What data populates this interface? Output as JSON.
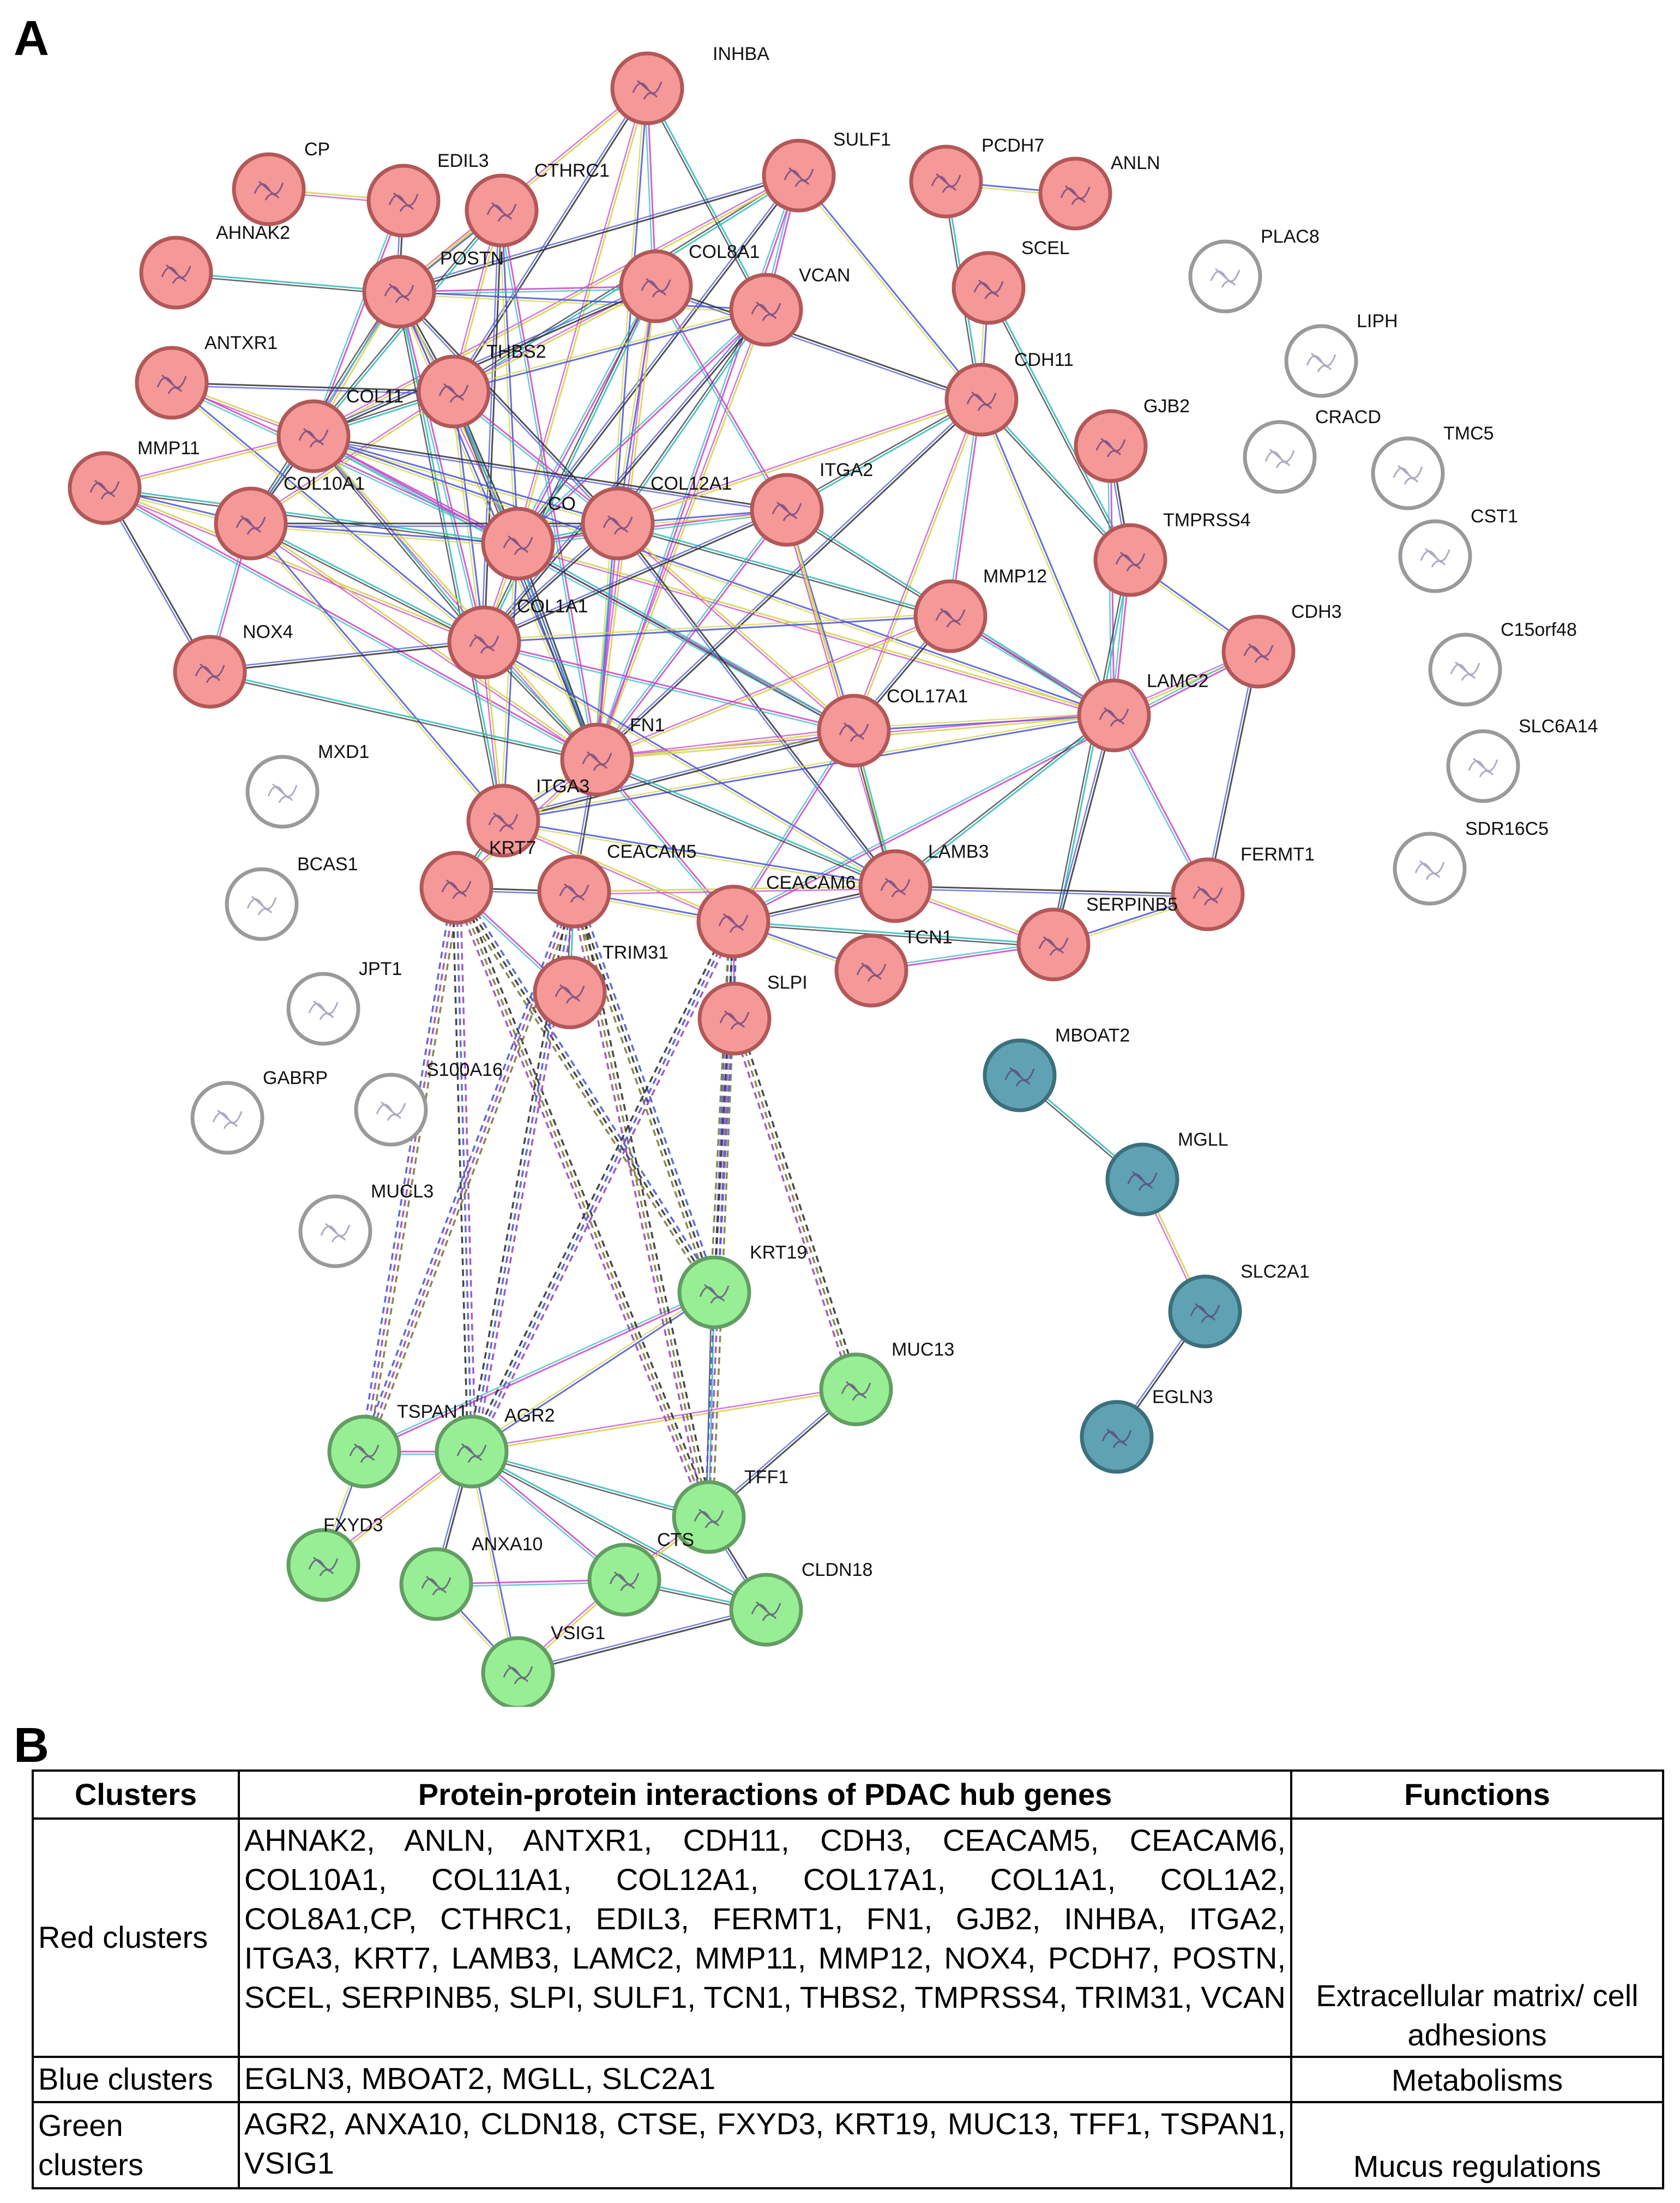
{
  "panel_labels": {
    "a": "A",
    "b": "B"
  },
  "colors": {
    "red_cluster": "#f59898",
    "red_border": "#b25858",
    "blue_cluster": "#5fa2b3",
    "blue_border": "#3c6f7c",
    "green_cluster": "#98ee94",
    "green_border": "#629e63",
    "unclustered": "#ffffff",
    "unclustered_border": "#9a9a9a"
  },
  "network": {
    "nodes": [
      {
        "id": "INHBA",
        "cluster": "red"
      },
      {
        "id": "SULF1",
        "cluster": "red"
      },
      {
        "id": "PCDH7",
        "cluster": "red"
      },
      {
        "id": "ANLN",
        "cluster": "red"
      },
      {
        "id": "CP",
        "cluster": "red"
      },
      {
        "id": "EDIL3",
        "cluster": "red"
      },
      {
        "id": "CTHRC1",
        "cluster": "red"
      },
      {
        "id": "AHNAK2",
        "cluster": "red"
      },
      {
        "id": "POSTN",
        "cluster": "red"
      },
      {
        "id": "COL8A1",
        "cluster": "red"
      },
      {
        "id": "VCAN",
        "cluster": "red"
      },
      {
        "id": "SCEL",
        "cluster": "red"
      },
      {
        "id": "ANTXR1",
        "cluster": "red"
      },
      {
        "id": "THBS2",
        "cluster": "red"
      },
      {
        "id": "COL11",
        "cluster": "red"
      },
      {
        "id": "CDH11",
        "cluster": "red"
      },
      {
        "id": "GJB2",
        "cluster": "red"
      },
      {
        "id": "MMP11",
        "cluster": "red"
      },
      {
        "id": "COL10A1",
        "cluster": "red"
      },
      {
        "id": "CO",
        "cluster": "red"
      },
      {
        "id": "COL12A1",
        "cluster": "red"
      },
      {
        "id": "ITGA2",
        "cluster": "red"
      },
      {
        "id": "TMPRSS4",
        "cluster": "red"
      },
      {
        "id": "MMP12",
        "cluster": "red"
      },
      {
        "id": "COL1A1",
        "cluster": "red"
      },
      {
        "id": "NOX4",
        "cluster": "red"
      },
      {
        "id": "CDH3",
        "cluster": "red"
      },
      {
        "id": "LAMC2",
        "cluster": "red"
      },
      {
        "id": "COL17A1",
        "cluster": "red"
      },
      {
        "id": "FN1",
        "cluster": "red"
      },
      {
        "id": "ITGA3",
        "cluster": "red"
      },
      {
        "id": "KRT7",
        "cluster": "red"
      },
      {
        "id": "CEACAM5",
        "cluster": "red"
      },
      {
        "id": "LAMB3",
        "cluster": "red"
      },
      {
        "id": "CEACAM6",
        "cluster": "red"
      },
      {
        "id": "FERMT1",
        "cluster": "red"
      },
      {
        "id": "SERPINB5",
        "cluster": "red"
      },
      {
        "id": "TCN1",
        "cluster": "red"
      },
      {
        "id": "TRIM31",
        "cluster": "red"
      },
      {
        "id": "SLPI",
        "cluster": "red"
      },
      {
        "id": "PLAC8",
        "cluster": "none"
      },
      {
        "id": "LIPH",
        "cluster": "none"
      },
      {
        "id": "CRACD",
        "cluster": "none"
      },
      {
        "id": "TMC5",
        "cluster": "none"
      },
      {
        "id": "CST1",
        "cluster": "none"
      },
      {
        "id": "C15orf48",
        "cluster": "none"
      },
      {
        "id": "SLC6A14",
        "cluster": "none"
      },
      {
        "id": "SDR16C5",
        "cluster": "none"
      },
      {
        "id": "MXD1",
        "cluster": "none"
      },
      {
        "id": "BCAS1",
        "cluster": "none"
      },
      {
        "id": "JPT1",
        "cluster": "none"
      },
      {
        "id": "GABRP",
        "cluster": "none"
      },
      {
        "id": "S100A16",
        "cluster": "none"
      },
      {
        "id": "MUCL3",
        "cluster": "none"
      },
      {
        "id": "MBOAT2",
        "cluster": "blue"
      },
      {
        "id": "MGLL",
        "cluster": "blue"
      },
      {
        "id": "SLC2A1",
        "cluster": "blue"
      },
      {
        "id": "EGLN3",
        "cluster": "blue"
      },
      {
        "id": "KRT19",
        "cluster": "green"
      },
      {
        "id": "MUC13",
        "cluster": "green"
      },
      {
        "id": "TSPAN1",
        "cluster": "green"
      },
      {
        "id": "AGR2",
        "cluster": "green"
      },
      {
        "id": "TFF1",
        "cluster": "green"
      },
      {
        "id": "FXYD3",
        "cluster": "green"
      },
      {
        "id": "ANXA10",
        "cluster": "green"
      },
      {
        "id": "CTS",
        "cluster": "green"
      },
      {
        "id": "CLDN18",
        "cluster": "green"
      },
      {
        "id": "VSIG1",
        "cluster": "green"
      }
    ],
    "edges": [
      [
        "INHBA",
        "POSTN"
      ],
      [
        "INHBA",
        "THBS2"
      ],
      [
        "INHBA",
        "COL8A1"
      ],
      [
        "INHBA",
        "FN1"
      ],
      [
        "INHBA",
        "VCAN"
      ],
      [
        "INHBA",
        "CO"
      ],
      [
        "SULF1",
        "POSTN"
      ],
      [
        "SULF1",
        "VCAN"
      ],
      [
        "SULF1",
        "CDH11"
      ],
      [
        "SULF1",
        "THBS2"
      ],
      [
        "SULF1",
        "COL11"
      ],
      [
        "SULF1",
        "CO"
      ],
      [
        "SULF1",
        "FN1"
      ],
      [
        "PCDH7",
        "ANLN"
      ],
      [
        "PCDH7",
        "CDH11"
      ],
      [
        "CP",
        "EDIL3"
      ],
      [
        "EDIL3",
        "POSTN"
      ],
      [
        "EDIL3",
        "COL11"
      ],
      [
        "CTHRC1",
        "POSTN"
      ],
      [
        "CTHRC1",
        "COL11"
      ],
      [
        "CTHRC1",
        "THBS2"
      ],
      [
        "CTHRC1",
        "COL1A1"
      ],
      [
        "CTHRC1",
        "FN1"
      ],
      [
        "CTHRC1",
        "CO"
      ],
      [
        "AHNAK2",
        "POSTN"
      ],
      [
        "POSTN",
        "COL11"
      ],
      [
        "POSTN",
        "THBS2"
      ],
      [
        "POSTN",
        "COL8A1"
      ],
      [
        "POSTN",
        "VCAN"
      ],
      [
        "POSTN",
        "COL10A1"
      ],
      [
        "POSTN",
        "CO"
      ],
      [
        "POSTN",
        "COL12A1"
      ],
      [
        "POSTN",
        "COL1A1"
      ],
      [
        "POSTN",
        "FN1"
      ],
      [
        "POSTN",
        "ITGA3"
      ],
      [
        "COL8A1",
        "THBS2"
      ],
      [
        "COL8A1",
        "COL11"
      ],
      [
        "COL8A1",
        "CO"
      ],
      [
        "COL8A1",
        "COL12A1"
      ],
      [
        "COL8A1",
        "COL1A1"
      ],
      [
        "COL8A1",
        "FN1"
      ],
      [
        "COL8A1",
        "CDH11"
      ],
      [
        "COL8A1",
        "ITGA2"
      ],
      [
        "VCAN",
        "THBS2"
      ],
      [
        "VCAN",
        "COL12A1"
      ],
      [
        "VCAN",
        "FN1"
      ],
      [
        "VCAN",
        "COL1A1"
      ],
      [
        "VCAN",
        "CO"
      ],
      [
        "SCEL",
        "CDH11"
      ],
      [
        "SCEL",
        "TMPRSS4"
      ],
      [
        "ANTXR1",
        "COL11"
      ],
      [
        "ANTXR1",
        "THBS2"
      ],
      [
        "ANTXR1",
        "CO"
      ],
      [
        "ANTXR1",
        "COL1A1"
      ],
      [
        "THBS2",
        "COL11"
      ],
      [
        "THBS2",
        "COL10A1"
      ],
      [
        "THBS2",
        "CO"
      ],
      [
        "THBS2",
        "COL12A1"
      ],
      [
        "THBS2",
        "COL1A1"
      ],
      [
        "THBS2",
        "FN1"
      ],
      [
        "COL11",
        "MMP11"
      ],
      [
        "COL11",
        "COL10A1"
      ],
      [
        "COL11",
        "CO"
      ],
      [
        "COL11",
        "COL12A1"
      ],
      [
        "COL11",
        "COL1A1"
      ],
      [
        "COL11",
        "FN1"
      ],
      [
        "COL11",
        "ITGA2"
      ],
      [
        "COL11",
        "COL17A1"
      ],
      [
        "COL11",
        "LAMC2"
      ],
      [
        "CDH11",
        "ITGA2"
      ],
      [
        "CDH11",
        "COL12A1"
      ],
      [
        "CDH11",
        "FN1"
      ],
      [
        "CDH11",
        "MMP12"
      ],
      [
        "CDH11",
        "LAMC2"
      ],
      [
        "CDH11",
        "TMPRSS4"
      ],
      [
        "CDH11",
        "COL17A1"
      ],
      [
        "GJB2",
        "TMPRSS4"
      ],
      [
        "GJB2",
        "LAMC2"
      ],
      [
        "MMP11",
        "COL10A1"
      ],
      [
        "MMP11",
        "CO"
      ],
      [
        "MMP11",
        "COL1A1"
      ],
      [
        "MMP11",
        "NOX4"
      ],
      [
        "MMP11",
        "FN1"
      ],
      [
        "COL10A1",
        "CO"
      ],
      [
        "COL10A1",
        "COL1A1"
      ],
      [
        "COL10A1",
        "FN1"
      ],
      [
        "COL10A1",
        "COL12A1"
      ],
      [
        "COL10A1",
        "NOX4"
      ],
      [
        "COL10A1",
        "ITGA3"
      ],
      [
        "CO",
        "COL12A1"
      ],
      [
        "CO",
        "COL1A1"
      ],
      [
        "CO",
        "FN1"
      ],
      [
        "CO",
        "ITGA2"
      ],
      [
        "CO",
        "ITGA3"
      ],
      [
        "CO",
        "COL17A1"
      ],
      [
        "CO",
        "LAMC2"
      ],
      [
        "COL12A1",
        "COL1A1"
      ],
      [
        "COL12A1",
        "FN1"
      ],
      [
        "COL12A1",
        "ITGA2"
      ],
      [
        "COL12A1",
        "MMP12"
      ],
      [
        "COL12A1",
        "COL17A1"
      ],
      [
        "COL12A1",
        "LAMB3"
      ],
      [
        "ITGA2",
        "FN1"
      ],
      [
        "ITGA2",
        "COL17A1"
      ],
      [
        "ITGA2",
        "LAMC2"
      ],
      [
        "ITGA2",
        "LAMB3"
      ],
      [
        "ITGA2",
        "COL1A1"
      ],
      [
        "TMPRSS4",
        "LAMC2"
      ],
      [
        "TMPRSS4",
        "CDH3"
      ],
      [
        "TMPRSS4",
        "SERPINB5"
      ],
      [
        "MMP12",
        "FN1"
      ],
      [
        "MMP12",
        "COL17A1"
      ],
      [
        "MMP12",
        "LAMC2"
      ],
      [
        "MMP12",
        "COL1A1"
      ],
      [
        "COL1A1",
        "FN1"
      ],
      [
        "COL1A1",
        "ITGA3"
      ],
      [
        "COL1A1",
        "NOX4"
      ],
      [
        "COL1A1",
        "COL17A1"
      ],
      [
        "COL1A1",
        "LAMB3"
      ],
      [
        "NOX4",
        "FN1"
      ],
      [
        "CDH3",
        "LAMC2"
      ],
      [
        "CDH3",
        "FERMT1"
      ],
      [
        "CDH3",
        "CEACAM6"
      ],
      [
        "LAMC2",
        "COL17A1"
      ],
      [
        "LAMC2",
        "LAMB3"
      ],
      [
        "LAMC2",
        "FN1"
      ],
      [
        "LAMC2",
        "SERPINB5"
      ],
      [
        "LAMC2",
        "FERMT1"
      ],
      [
        "LAMC2",
        "ITGA3"
      ],
      [
        "COL17A1",
        "LAMB3"
      ],
      [
        "COL17A1",
        "FN1"
      ],
      [
        "COL17A1",
        "ITGA3"
      ],
      [
        "COL17A1",
        "CEACAM6"
      ],
      [
        "FN1",
        "ITGA3"
      ],
      [
        "FN1",
        "LAMB3"
      ],
      [
        "FN1",
        "KRT7"
      ],
      [
        "FN1",
        "CEACAM5"
      ],
      [
        "FN1",
        "CEACAM6"
      ],
      [
        "ITGA3",
        "LAMB3"
      ],
      [
        "ITGA3",
        "KRT7"
      ],
      [
        "ITGA3",
        "CEACAM6"
      ],
      [
        "KRT7",
        "CEACAM5"
      ],
      [
        "KRT7",
        "TRIM31"
      ],
      [
        "CEACAM5",
        "CEACAM6"
      ],
      [
        "CEACAM5",
        "TRIM31"
      ],
      [
        "CEACAM5",
        "LAMB3"
      ],
      [
        "CEACAM6",
        "LAMB3"
      ],
      [
        "CEACAM6",
        "SLPI"
      ],
      [
        "CEACAM6",
        "TCN1"
      ],
      [
        "CEACAM6",
        "SERPINB5"
      ],
      [
        "LAMB3",
        "SERPINB5"
      ],
      [
        "LAMB3",
        "FERMT1"
      ],
      [
        "SERPINB5",
        "TCN1"
      ],
      [
        "SERPINB5",
        "FERMT1"
      ],
      [
        "MBOAT2",
        "MGLL"
      ],
      [
        "MGLL",
        "SLC2A1"
      ],
      [
        "SLC2A1",
        "EGLN3"
      ],
      [
        "KRT19",
        "TSPAN1"
      ],
      [
        "KRT19",
        "AGR2"
      ],
      [
        "KRT19",
        "TFF1"
      ],
      [
        "MUC13",
        "AGR2"
      ],
      [
        "MUC13",
        "TFF1"
      ],
      [
        "TSPAN1",
        "AGR2"
      ],
      [
        "TSPAN1",
        "FXYD3"
      ],
      [
        "AGR2",
        "TFF1"
      ],
      [
        "AGR2",
        "FXYD3"
      ],
      [
        "AGR2",
        "ANXA10"
      ],
      [
        "AGR2",
        "CTS"
      ],
      [
        "AGR2",
        "VSIG1"
      ],
      [
        "AGR2",
        "CLDN18"
      ],
      [
        "TFF1",
        "CTS"
      ],
      [
        "TFF1",
        "CLDN18"
      ],
      [
        "ANXA10",
        "CTS"
      ],
      [
        "ANXA10",
        "VSIG1"
      ],
      [
        "CTS",
        "CLDN18"
      ],
      [
        "CTS",
        "VSIG1"
      ],
      [
        "CLDN18",
        "VSIG1"
      ]
    ],
    "dashed_edges": [
      [
        "KRT7",
        "TSPAN1"
      ],
      [
        "KRT7",
        "AGR2"
      ],
      [
        "KRT7",
        "KRT19"
      ],
      [
        "KRT7",
        "TFF1"
      ],
      [
        "CEACAM5",
        "TSPAN1"
      ],
      [
        "CEACAM5",
        "AGR2"
      ],
      [
        "CEACAM5",
        "KRT19"
      ],
      [
        "CEACAM5",
        "TFF1"
      ],
      [
        "CEACAM6",
        "TFF1"
      ],
      [
        "CEACAM6",
        "AGR2"
      ],
      [
        "CEACAM6",
        "KRT19"
      ],
      [
        "SLPI",
        "MUC13"
      ]
    ]
  },
  "table": {
    "headers": [
      "Clusters",
      "Protein-protein interactions of PDAC hub genes",
      "Functions"
    ],
    "rows": [
      {
        "cluster": "Red clusters",
        "genes": "AHNAK2, ANLN, ANTXR1, CDH11, CDH3, CEACAM5, CEACAM6, COL10A1, COL11A1, COL12A1, COL17A1, COL1A1, COL1A2, COL8A1,CP, CTHRC1, EDIL3, FERMT1, FN1, GJB2, INHBA, ITGA2, ITGA3, KRT7, LAMB3, LAMC2, MMP11, MMP12, NOX4, PCDH7, POSTN, SCEL, SERPINB5, SLPI, SULF1, TCN1, THBS2, TMPRSS4, TRIM31, VCAN",
        "function": "Extracellular matrix/ cell adhesions"
      },
      {
        "cluster": "Blue clusters",
        "genes": "EGLN3, MBOAT2, MGLL, SLC2A1",
        "function": "Metabolisms"
      },
      {
        "cluster": "Green clusters",
        "genes": "AGR2, ANXA10, CLDN18, CTSE, FXYD3, KRT19, MUC13, TFF1, TSPAN1, VSIG1",
        "function": "Mucus  regulations"
      }
    ]
  }
}
